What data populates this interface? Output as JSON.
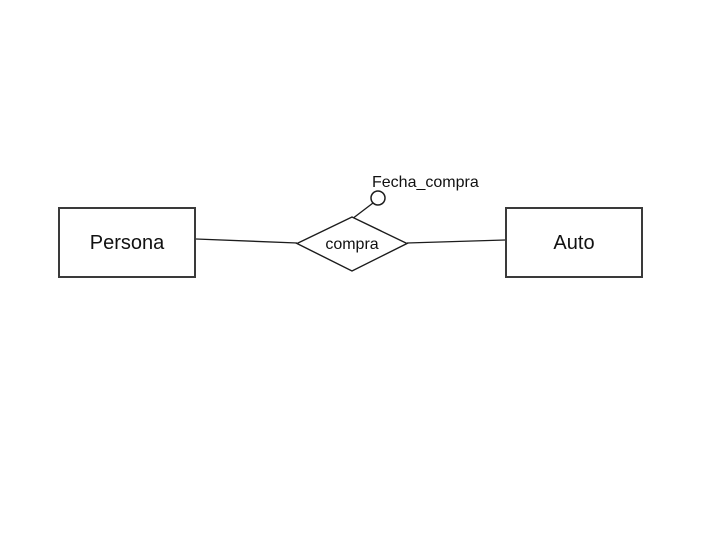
{
  "diagram": {
    "kind": "er-diagram",
    "entities": [
      {
        "id": "persona",
        "label": "Persona"
      },
      {
        "id": "auto",
        "label": "Auto"
      }
    ],
    "relationship": {
      "id": "compra",
      "label": "compra",
      "shape": "diamond"
    },
    "attribute": {
      "id": "fecha_compra",
      "label": "Fecha_compra",
      "shape": "circle",
      "attached_to": "compra"
    },
    "connections": [
      {
        "from": "persona",
        "to": "compra"
      },
      {
        "from": "compra",
        "to": "auto"
      },
      {
        "from": "compra",
        "to": "fecha_compra"
      }
    ],
    "colors": {
      "background": "#ffffff",
      "line_stroke": "#1c1c1c",
      "entity_border": "#3a3a3a",
      "shape_fill": "#ffffff",
      "text": "#111111"
    }
  }
}
